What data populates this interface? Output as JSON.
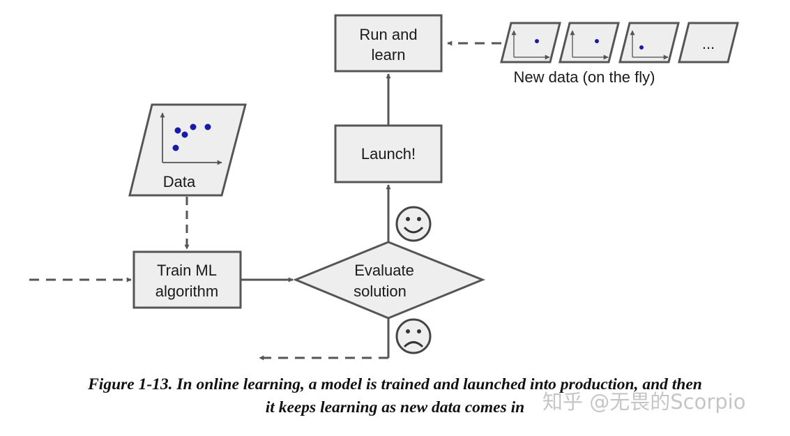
{
  "nodes": {
    "run_learn": [
      "Run and",
      "learn"
    ],
    "launch": "Launch!",
    "evaluate": [
      "Evaluate",
      "solution"
    ],
    "train": [
      "Train ML",
      "algorithm"
    ],
    "data": "Data",
    "new_data": "New data (on the fly)",
    "ellipsis": "..."
  },
  "icons": {
    "happy": "smiley-face-icon",
    "sad": "sad-face-icon"
  },
  "colors": {
    "box_fill": "#eeeeee",
    "stroke": "#555555",
    "dot": "#1a1aa6"
  },
  "caption": {
    "line1": "Figure 1-13. In online learning, a model is trained and launched into production, and then",
    "line2": "it keeps learning as new data comes in"
  },
  "watermark": "知乎 @无畏的Scorpio"
}
